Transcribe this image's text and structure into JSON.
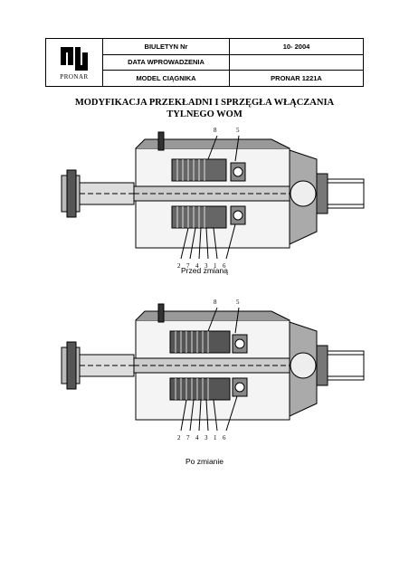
{
  "header": {
    "logo_text": "PRONAR",
    "rows": [
      {
        "label": "BIULETYN Nr",
        "value": "10- 2004"
      },
      {
        "label": "DATA WPROWADZENIA",
        "value": ""
      },
      {
        "label": "MODEL CIĄGNIKA",
        "value": "PRONAR 1221A"
      }
    ]
  },
  "title": {
    "line1": "MODYFIKACJA PRZEKŁADNI I SPRZĘGŁA WŁĄCZANIA",
    "line2": "TYLNEGO WOM"
  },
  "figures": [
    {
      "caption": "Przed zmianą",
      "top_callouts": [
        "8",
        "5"
      ],
      "bottom_callouts": [
        "2",
        "7",
        "4",
        "3",
        "1",
        "6"
      ]
    },
    {
      "caption": "Po zmianie",
      "top_callouts": [
        "8",
        "5"
      ],
      "bottom_callouts": [
        "2",
        "7",
        "4",
        "3",
        "1",
        "6"
      ]
    }
  ],
  "colors": {
    "ink": "#000000",
    "paper": "#ffffff"
  }
}
